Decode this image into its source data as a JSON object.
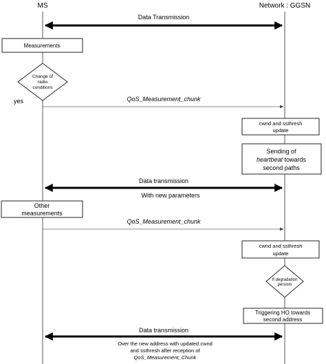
{
  "participants": {
    "left": "MS",
    "right": "Network : GGSN"
  },
  "messages": {
    "data_transmission_1": "Data Transmission",
    "qos_chunk_1": "QoS_Measurement_chunk",
    "data_transmission_2": "Data transmission",
    "with_new_parameters": "With new parameters",
    "qos_chunk_2": "QoS_Measurement_chunk",
    "data_transmission_3": "Data transmission",
    "final_note": [
      "Over the new address with updated cwnd",
      "and ssthresh after reception of",
      "QoS_Measurement_Chunk"
    ]
  },
  "ms_side": {
    "measurements": "Measurements",
    "decision_change": [
      "Change of",
      "radio",
      "conditions"
    ],
    "yes_label": "yes",
    "other_measurements": [
      "Other",
      "measurements"
    ]
  },
  "network_side": {
    "update_1": [
      "cwnd and ssthresh",
      "update"
    ],
    "sending_heartbeat": [
      "Sending of",
      "heartbeat towards",
      "second paths"
    ],
    "update_2": [
      "cwnd and ssthresh",
      "update"
    ],
    "decision_degradation": [
      "If degradation",
      "persists"
    ],
    "triggering_ho": [
      "Triggering HO towards",
      "second address"
    ]
  }
}
